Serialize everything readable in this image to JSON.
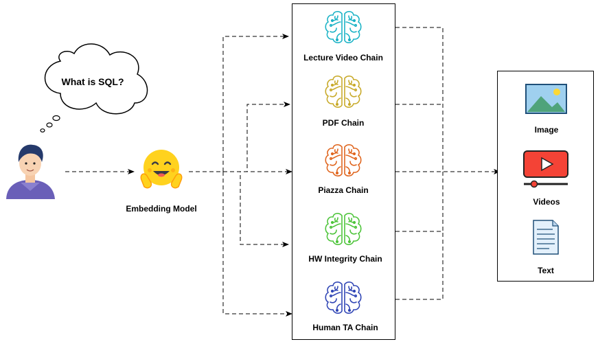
{
  "user_question": "What is SQL?",
  "embedding": {
    "label": "Embedding Model"
  },
  "chains": [
    {
      "label": "Lecture Video Chain",
      "color": "#1bb3c6"
    },
    {
      "label": "PDF Chain",
      "color": "#c8aa2a"
    },
    {
      "label": "Piazza Chain",
      "color": "#e0661f"
    },
    {
      "label": "HW Integrity Chain",
      "color": "#4dc43a"
    },
    {
      "label": "Human TA Chain",
      "color": "#2f45b5"
    }
  ],
  "outputs": [
    {
      "label": "Image",
      "icon": "image-icon"
    },
    {
      "label": "Videos",
      "icon": "video-player-icon"
    },
    {
      "label": "Text",
      "icon": "document-icon"
    }
  ]
}
